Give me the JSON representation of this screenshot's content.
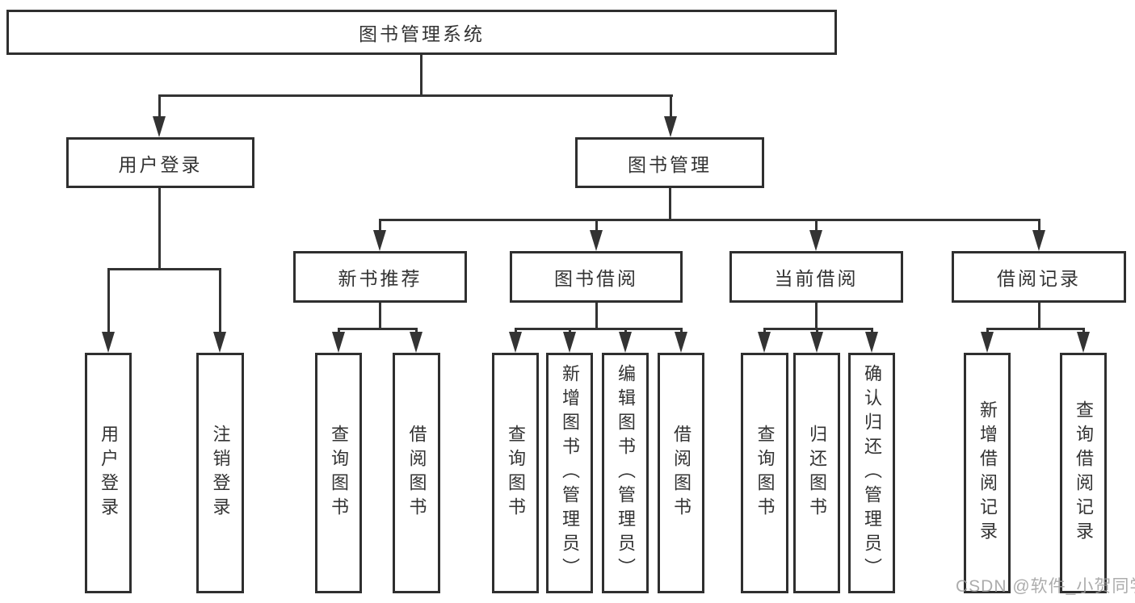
{
  "diagram": {
    "root": {
      "label": "图书管理系统"
    },
    "level2": [
      {
        "label": "用户登录",
        "children": [
          {
            "label": "用户登录"
          },
          {
            "label": "注销登录"
          }
        ]
      },
      {
        "label": "图书管理",
        "children": [
          {
            "label": "新书推荐",
            "children": [
              {
                "label": "查询图书"
              },
              {
                "label": "借阅图书"
              }
            ]
          },
          {
            "label": "图书借阅",
            "children": [
              {
                "label": "查询图书"
              },
              {
                "label": "新增图书（管理员）"
              },
              {
                "label": "编辑图书（管理员）"
              },
              {
                "label": "借阅图书"
              }
            ]
          },
          {
            "label": "当前借阅",
            "children": [
              {
                "label": "查询图书"
              },
              {
                "label": "归还图书"
              },
              {
                "label": "确认归还（管理员）"
              }
            ]
          },
          {
            "label": "借阅记录",
            "children": [
              {
                "label": "新增借阅记录"
              },
              {
                "label": "查询借阅记录"
              }
            ]
          }
        ]
      }
    ]
  },
  "watermark": {
    "text": "CSDN @软件_小贺同学"
  },
  "colors": {
    "line": "#333333",
    "box_border": "#2f2f2f",
    "box_fill": "#ffffff",
    "text": "#333333",
    "watermark": "#9e9e9e"
  }
}
